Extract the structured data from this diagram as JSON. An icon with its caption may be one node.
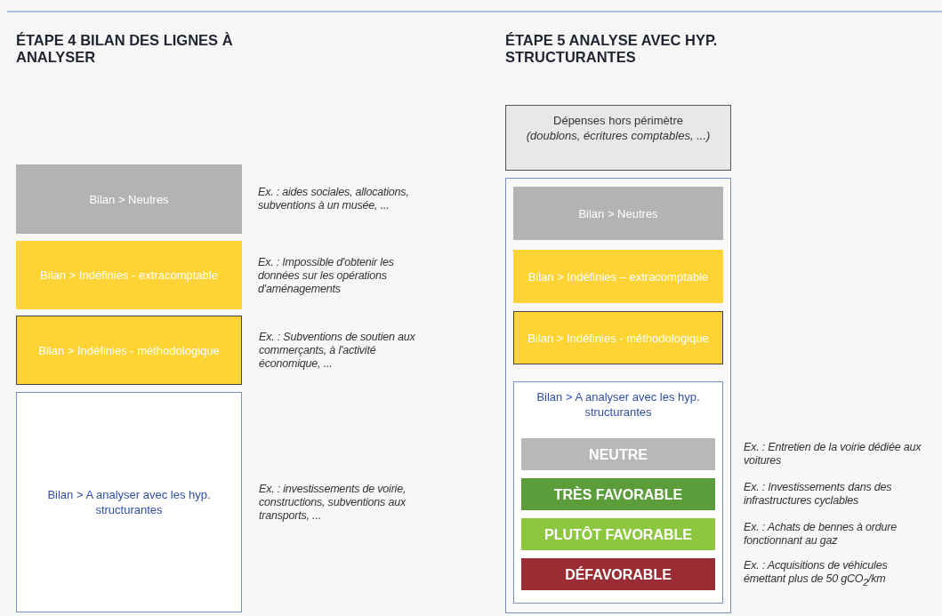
{
  "diagram": {
    "nodes": [
      {
        "text": [
          "Bilan > Neutres"
        ],
        "beside": [
          "Ex. : aides sociales, allocations, subventions à un musée, ..."
        ]
      },
      {
        "text": [
          "Bilan > Indéfinies - extracomptable"
        ],
        "beside": [
          "Ex. : Impossible d'obtenir les données sur les opérations d'aménagements"
        ]
      },
      {
        "text": [
          "Bilan > Indéfinies - méthodologique"
        ],
        "beside": [
          "Ex. : Subventions de soutien aux commerçants, à l'activité économique, ..."
        ]
      },
      {
        "text": [
          "Bilan > A analyser avec les hyp. structurantes"
        ],
        "beside": [
          "Ex. : investissements de voirie, constructions, subventions aux transports, ..."
        ]
      },
      {
        "text": [
          "Dépenses hors périmètre",
          "(doublons, écritures comptables, ...)"
        ]
      },
      {
        "text": [],
        "shape": "box"
      },
      {
        "text": [
          "Bilan > Neutres"
        ],
        "in": 5
      },
      {
        "text": [
          "Bilan > Indéfinies – extracomptable"
        ],
        "in": 5
      },
      {
        "text": [
          "Bilan > Indéfinies - méthodologique"
        ],
        "in": 5
      },
      {
        "text": [
          "Bilan > A analyser avec les hyp. structurantes"
        ],
        "in": 5
      },
      {
        "text": [
          "NEUTRE"
        ],
        "in": 9,
        "beside": [
          "Ex. : Entretien de la voirie dédiée aux voitures"
        ]
      },
      {
        "text": [
          "TRÈS FAVORABLE"
        ],
        "in": 9,
        "beside": [
          "Ex. : Investissements dans des infrastructures cyclables"
        ]
      },
      {
        "text": [
          "PLUTÔT FAVORABLE"
        ],
        "in": 9,
        "beside": [
          "Ex. : Achats de bennes à ordure fonctionnant au gaz"
        ]
      },
      {
        "text": [
          "DÉFAVORABLE"
        ],
        "in": 9,
        "beside": [
          "Ex. : Acquisitions de véhicules émettant plus de 50 gCO$_{2}$/km"
        ]
      }
    ],
    "labels": [
      "ÉTAPE 4 BILAN DES LIGNES À ANALYSER",
      "ÉTAPE 5 ANALYSE AVEC HYP. STRUCTURANTES"
    ]
  }
}
